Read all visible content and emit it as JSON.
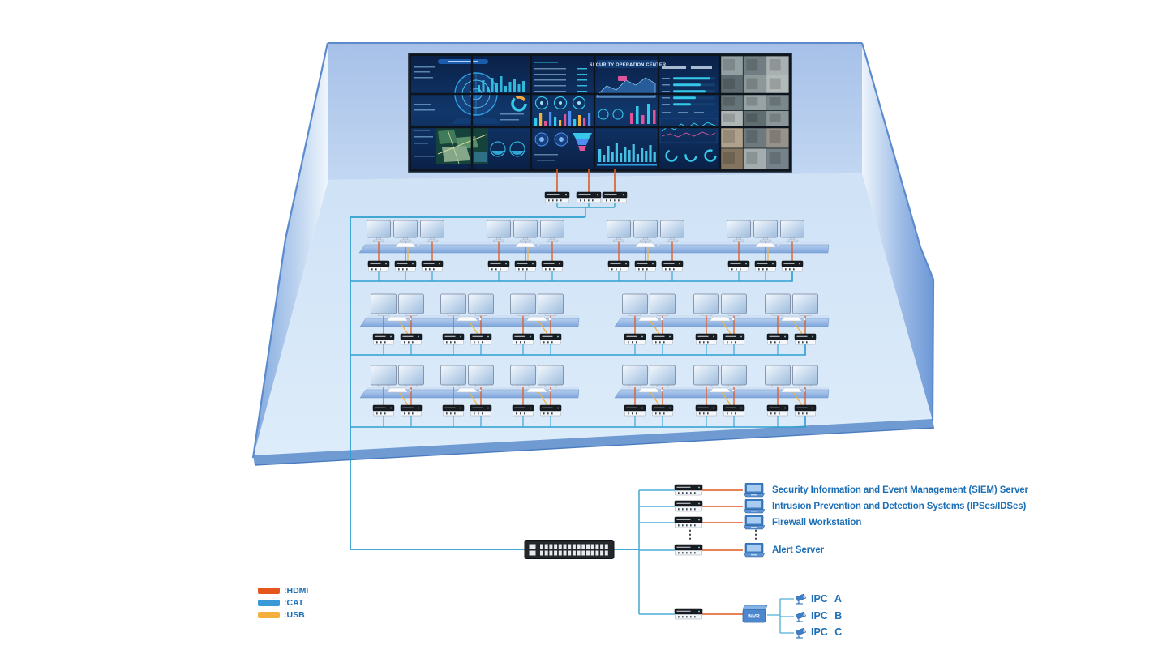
{
  "video_wall": {
    "title": "SECURITY OPERATION CENTER",
    "columns": 6,
    "rows": 3,
    "cctv_column": "camera-mosaic"
  },
  "control_room": {
    "wall_receivers": 3,
    "rows": [
      {
        "name": "row-1",
        "desks": 1,
        "workstations": 4,
        "monitors_per_workstation": 3
      },
      {
        "name": "row-2",
        "desks": 2,
        "workstations": 6,
        "monitors_per_workstation": 2
      },
      {
        "name": "row-3",
        "desks": 2,
        "workstations": 6,
        "monitors_per_workstation": 2
      }
    ]
  },
  "switch": {
    "name": "network-switch"
  },
  "endpoints": {
    "servers": [
      {
        "label": "Security Information and Event Management (SIEM) Server"
      },
      {
        "label": "Intrusion Prevention and Detection Systems (IPSes/IDSes)"
      },
      {
        "label": "Firewall Workstation"
      },
      {
        "label": "Alert Server"
      }
    ],
    "ellipsis": "⋮",
    "nvr_label": "NVR",
    "cameras": [
      {
        "label": "IPC A"
      },
      {
        "label": "IPC B"
      },
      {
        "label": "IPC C"
      }
    ]
  },
  "legend": {
    "items": [
      {
        "label": ":HDMI",
        "color": "#E4561C"
      },
      {
        "label": ":CAT",
        "color": "#3A9AD8"
      },
      {
        "label": ":USB",
        "color": "#F5AF3D"
      }
    ]
  },
  "colors": {
    "hdmi_line": "#E05A22",
    "cat_line": "#2F9FD0",
    "usb_line": "#F2B240",
    "label_text": "#1D6FB5"
  }
}
